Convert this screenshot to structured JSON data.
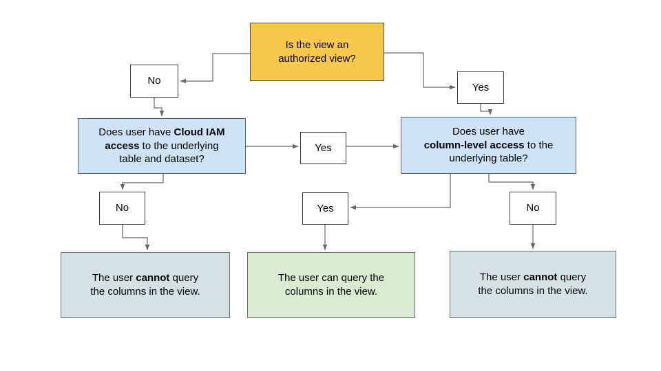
{
  "diagram": {
    "background": "#ffffff",
    "colors": {
      "root_decision_fill": "#F8C84C",
      "decision_fill": "#CFE2F3",
      "result_negative_fill": "#D5E1E4",
      "result_positive_fill": "#DAEAD3",
      "connector": "#666666"
    },
    "nodes": {
      "authorized": {
        "parts": [
          {
            "text": "Is the view an\nauthorized view?",
            "bold": false
          }
        ]
      },
      "no_top": {
        "label": "No"
      },
      "yes_top": {
        "label": "Yes"
      },
      "q_iam": {
        "parts": [
          {
            "text": "Does user have ",
            "bold": false
          },
          {
            "text": "Cloud IAM\naccess",
            "bold": true
          },
          {
            "text": " to the underlying\ntable and dataset?",
            "bold": false
          }
        ]
      },
      "yes_mid": {
        "label": "Yes"
      },
      "q_column": {
        "parts": [
          {
            "text": "Does user have\n",
            "bold": false
          },
          {
            "text": "column-level access",
            "bold": true
          },
          {
            "text": " to the\nunderlying table?",
            "bold": false
          }
        ]
      },
      "no_left": {
        "label": "No"
      },
      "yes_lower": {
        "label": "Yes"
      },
      "no_right": {
        "label": "No"
      },
      "result_left": {
        "parts": [
          {
            "text": "The user ",
            "bold": false
          },
          {
            "text": "cannot",
            "bold": true
          },
          {
            "text": " query\nthe columns in the view.",
            "bold": false
          }
        ]
      },
      "result_mid": {
        "parts": [
          {
            "text": "The user can query the\ncolumns in the view.",
            "bold": false
          }
        ]
      },
      "result_right": {
        "parts": [
          {
            "text": "The user ",
            "bold": false
          },
          {
            "text": "cannot",
            "bold": true
          },
          {
            "text": " query\nthe columns in the view.",
            "bold": false
          }
        ]
      }
    }
  }
}
